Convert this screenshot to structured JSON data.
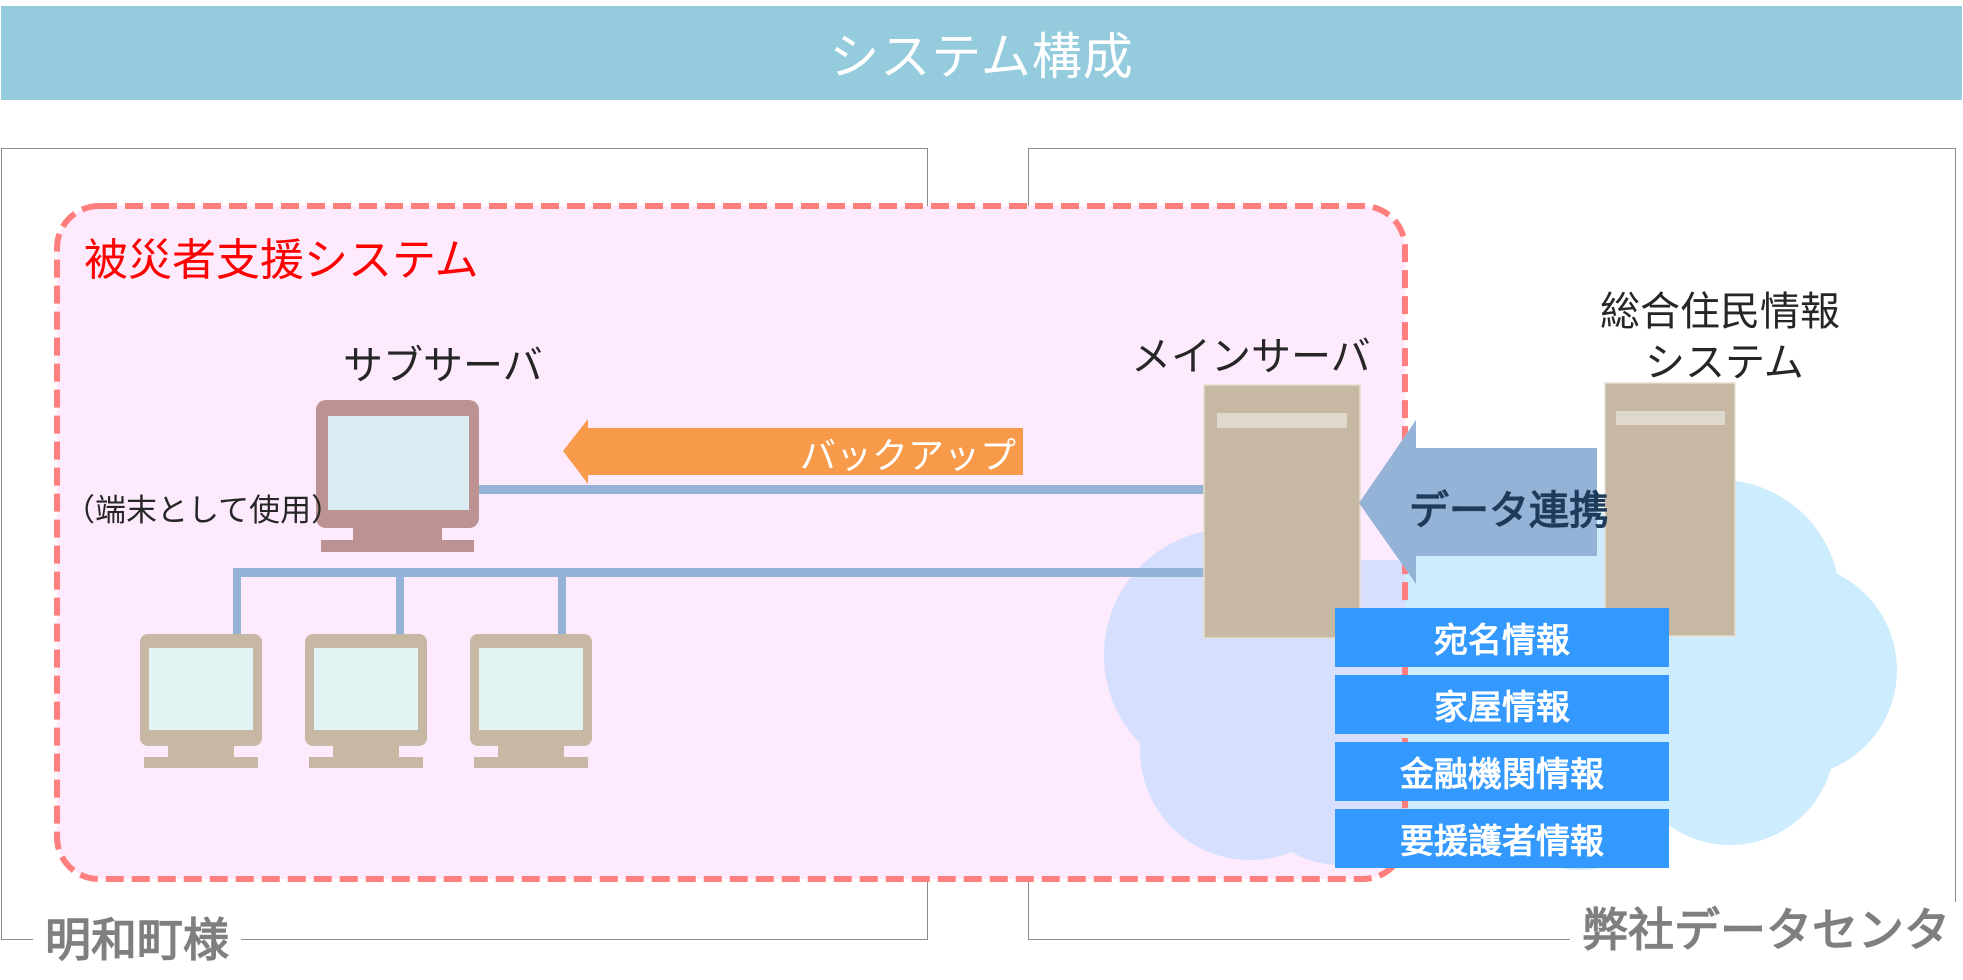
{
  "title": "システム構成",
  "sites": {
    "client": {
      "label": "明和町様"
    },
    "datacenter": {
      "label": "弊社データセンタ"
    }
  },
  "system_region": {
    "label": "被災者支援システム"
  },
  "sub_server": {
    "label": "サブサーバ",
    "note": "（端末として使用）"
  },
  "main_server": {
    "label": "メインサーバ"
  },
  "resident_system": {
    "label_line1": "総合住民情報",
    "label_line2": "システム"
  },
  "arrows": {
    "backup": {
      "label": "バックアップ"
    },
    "data_link": {
      "label": "データ連携"
    }
  },
  "info_items": [
    {
      "label": "宛名情報"
    },
    {
      "label": "家屋情報"
    },
    {
      "label": "金融機関情報"
    },
    {
      "label": "要援護者情報"
    }
  ],
  "terminals": {
    "count": 3
  },
  "colors": {
    "title_bar": "#94cbdd",
    "region_fill": "#fdebfd",
    "region_border": "#ff7f7f",
    "region_label": "#ff0000",
    "backup_arrow": "#f79a4a",
    "data_link_arrow": "#95b3d7",
    "data_link_text": "#1f3b5c",
    "network_line": "#95b3d7",
    "server": "#c6b8a2",
    "sub_server": "#bc9292",
    "info_box": "#3399ff",
    "cloud": "#cdecfd",
    "cloud_in_region": "#d6dffd"
  }
}
